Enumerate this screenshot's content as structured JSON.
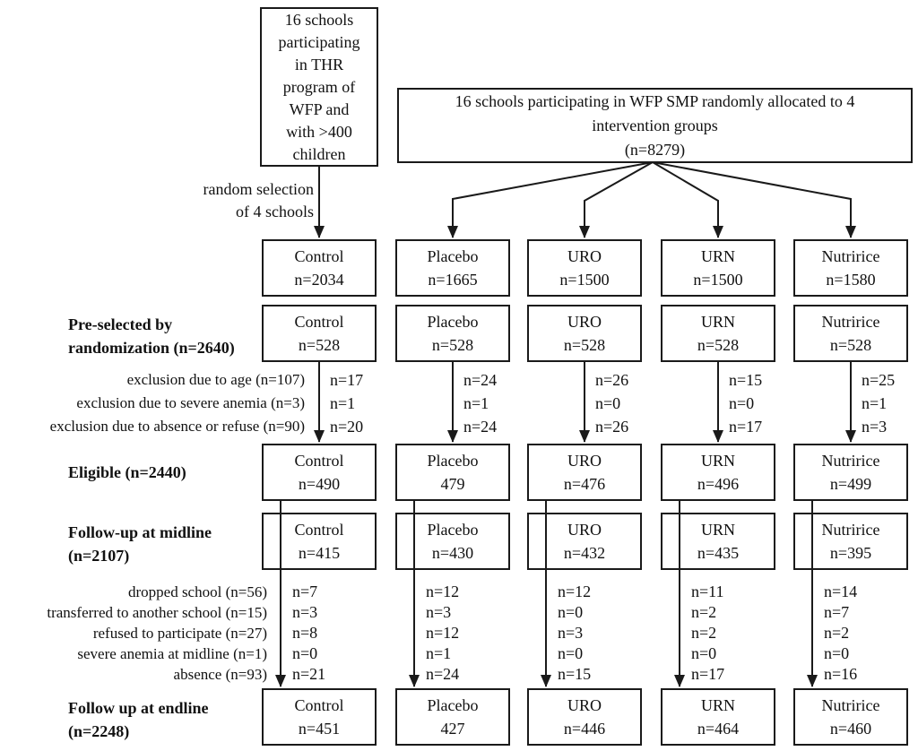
{
  "flow": {
    "thr_box": "16 schools\nparticipating\nin THR\nprogram of\nWFP and\nwith >400\nchildren",
    "allocation_box": "16 schools participating in WFP SMP randomly allocated to 4\nintervention groups\n(n=8279)",
    "selection_label": "random selection\nof 4 schools",
    "stages": {
      "preselected": "Pre-selected by\nrandomization (n=2640)",
      "eligible": "Eligible (n=2440)",
      "midline": "Follow-up at midline\n(n=2107)",
      "endline": "Follow up at endline\n(n=2248)"
    },
    "exclusion_labels": [
      "exclusion due to age (n=107)",
      "exclusion due to severe anemia (n=3)",
      "exclusion due to absence or refuse (n=90)"
    ],
    "dropout_labels": [
      "dropped school (n=56)",
      "transferred to another school (n=15)",
      "refused to participate (n=27)",
      "severe anemia at midline (n=1)",
      "absence (n=93)"
    ],
    "groups": [
      {
        "name": "Control",
        "allocated": "n=2034",
        "preselected": "n=528",
        "exclusions": [
          "n=17",
          "n=1",
          "n=20"
        ],
        "eligible": "n=490",
        "midline": "n=415",
        "dropouts": [
          "n=7",
          "n=3",
          "n=8",
          "n=0",
          "n=21"
        ],
        "endline": "n=451"
      },
      {
        "name": "Placebo",
        "allocated": "n=1665",
        "preselected": "n=528",
        "exclusions": [
          "n=24",
          "n=1",
          "n=24"
        ],
        "eligible": "479",
        "midline": "n=430",
        "dropouts": [
          "n=12",
          "n=3",
          "n=12",
          "n=1",
          "n=24"
        ],
        "endline": "427"
      },
      {
        "name": "URO",
        "allocated": "n=1500",
        "preselected": "n=528",
        "exclusions": [
          "n=26",
          "n=0",
          "n=26"
        ],
        "eligible": "n=476",
        "midline": "n=432",
        "dropouts": [
          "n=12",
          "n=0",
          "n=3",
          "n=0",
          "n=15"
        ],
        "endline": "n=446"
      },
      {
        "name": "URN",
        "allocated": "n=1500",
        "preselected": "n=528",
        "exclusions": [
          "n=15",
          "n=0",
          "n=17"
        ],
        "eligible": "n=496",
        "midline": "n=435",
        "dropouts": [
          "n=11",
          "n=2",
          "n=2",
          "n=0",
          "n=17"
        ],
        "endline": "n=464"
      },
      {
        "name": "Nutririce",
        "allocated": "n=1580",
        "preselected": "n=528",
        "exclusions": [
          "n=25",
          "n=1",
          "n=3"
        ],
        "eligible": "n=499",
        "midline": "n=395",
        "dropouts": [
          "n=14",
          "n=7",
          "n=2",
          "n=0",
          "n=16"
        ],
        "endline": "n=460"
      }
    ]
  },
  "colors": {
    "border": "#1a1a1a",
    "text": "#111111",
    "background": "#ffffff"
  }
}
